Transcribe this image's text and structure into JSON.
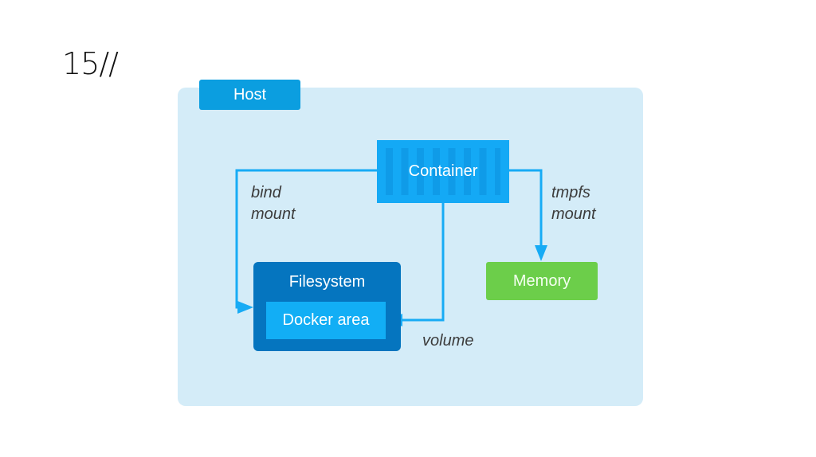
{
  "slide": {
    "title": "15//"
  },
  "diagram": {
    "host": {
      "label": "Host"
    },
    "nodes": {
      "container": "Container",
      "filesystem": "Filesystem",
      "docker_area": "Docker area",
      "memory": "Memory"
    },
    "edges": {
      "bind_mount": {
        "line1": "bind",
        "line2": "mount",
        "from": "Container",
        "to": "Filesystem"
      },
      "volume": {
        "label": "volume",
        "from": "Container",
        "to": "Docker area"
      },
      "tmpfs_mount": {
        "line1": "tmpfs",
        "line2": "mount",
        "from": "Container",
        "to": "Memory"
      }
    },
    "colors": {
      "host_bg": "#d4ecf8",
      "host_label": "#0b9ee0",
      "container": "#14a9f5",
      "filesystem": "#0575bf",
      "docker_area": "#12aef5",
      "memory": "#6cce4a",
      "arrow": "#17abf5"
    }
  }
}
